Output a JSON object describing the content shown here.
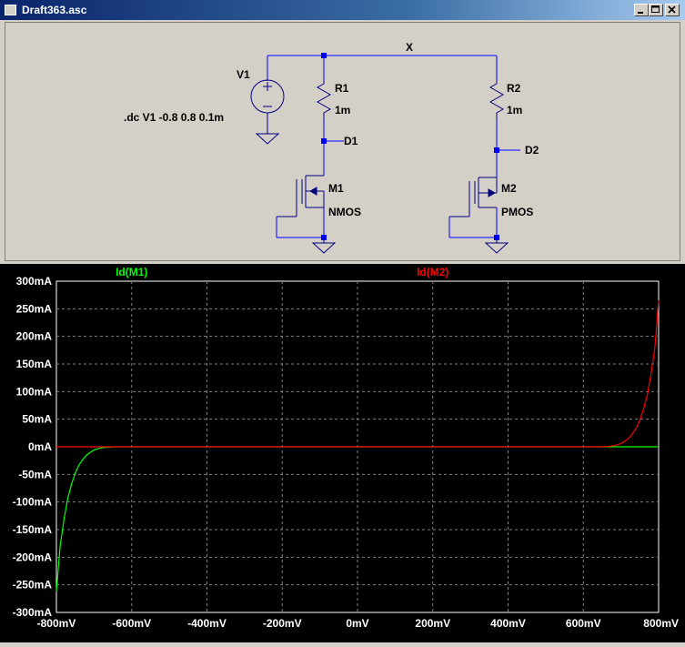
{
  "window": {
    "title": "Draft363.asc",
    "buttons": [
      "minimize-icon",
      "maximize-icon",
      "close-icon"
    ]
  },
  "schematic": {
    "net_label": "X",
    "v1": {
      "name": "V1"
    },
    "directive": ".dc V1 -0.8 0.8 0.1m",
    "r1": {
      "name": "R1",
      "value": "1m"
    },
    "r2": {
      "name": "R2",
      "value": "1m"
    },
    "d1_label": "D1",
    "d2_label": "D2",
    "m1": {
      "name": "M1",
      "model": "NMOS"
    },
    "m2": {
      "name": "M2",
      "model": "PMOS"
    },
    "colors": {
      "wire": "#0000ff",
      "symbol": "#000080",
      "text": "#000000",
      "background": "#d4d0c8"
    }
  },
  "colors": {
    "plot_background": "#000000",
    "grid": "#808080",
    "axis_text": "#ffffff"
  },
  "chart_data": {
    "type": "line",
    "x_unit": "mV",
    "y_unit": "mA",
    "xlim": [
      -800,
      800
    ],
    "ylim": [
      -300,
      300
    ],
    "x_ticks": [
      -800,
      -600,
      -400,
      -200,
      0,
      200,
      400,
      600,
      800
    ],
    "x_tick_labels": [
      "-800mV",
      "-600mV",
      "-400mV",
      "-200mV",
      "0mV",
      "200mV",
      "400mV",
      "600mV",
      "800mV"
    ],
    "y_ticks": [
      300,
      250,
      200,
      150,
      100,
      50,
      0,
      -50,
      -100,
      -150,
      -200,
      -250,
      -300
    ],
    "y_tick_labels": [
      "300mA",
      "250mA",
      "200mA",
      "150mA",
      "100mA",
      "50mA",
      "0mA",
      "-50mA",
      "-100mA",
      "-150mA",
      "-200mA",
      "-250mA",
      "-300mA"
    ],
    "grid": true,
    "series": [
      {
        "name": "Id(M1)",
        "color": "#00ff00",
        "x": [
          -800,
          -790,
          -780,
          -770,
          -760,
          -750,
          -740,
          -730,
          -720,
          -710,
          -700,
          -690,
          -680,
          -670,
          -660,
          -650,
          -640,
          0,
          800
        ],
        "y": [
          -262,
          -180,
          -132,
          -94,
          -68,
          -48,
          -33,
          -23,
          -15,
          -10,
          -6,
          -3.5,
          -2,
          -1,
          -0.5,
          -0.2,
          0,
          0,
          0
        ]
      },
      {
        "name": "Id(M2)",
        "color": "#ff0000",
        "x": [
          -800,
          0,
          640,
          660,
          670,
          680,
          690,
          700,
          710,
          720,
          730,
          740,
          750,
          760,
          770,
          780,
          790,
          800
        ],
        "y": [
          0,
          0,
          0,
          0.5,
          1,
          2,
          3.5,
          6,
          10,
          15,
          23,
          33,
          48,
          68,
          94,
          132,
          180,
          265
        ]
      }
    ]
  }
}
